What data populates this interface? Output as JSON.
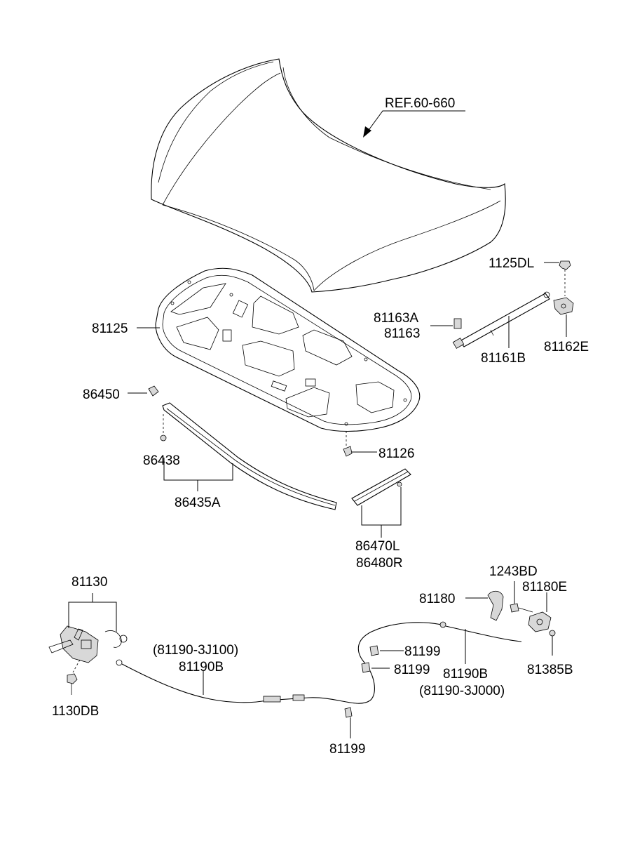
{
  "labels": {
    "ref_hood": "REF.60-660",
    "p1125DL": "1125DL",
    "p81163A": "81163A",
    "p81163": "81163",
    "p81125": "81125",
    "p81161B": "81161B",
    "p81162E": "81162E",
    "p86450": "86450",
    "p86438": "86438",
    "p81126": "81126",
    "p86435A": "86435A",
    "p86470L": "86470L",
    "p86480R": "86480R",
    "p1243BD": "1243BD",
    "p81130": "81130",
    "p81180": "81180",
    "p81180E": "81180E",
    "p81190_3J100": "(81190-3J100)",
    "p81190B_left": "81190B",
    "p81199_a": "81199",
    "p81199_b": "81199",
    "p81190B_right": "81190B",
    "p81385B": "81385B",
    "p81190_3J000": "(81190-3J000)",
    "p1130DB": "1130DB",
    "p81199_c": "81199"
  }
}
